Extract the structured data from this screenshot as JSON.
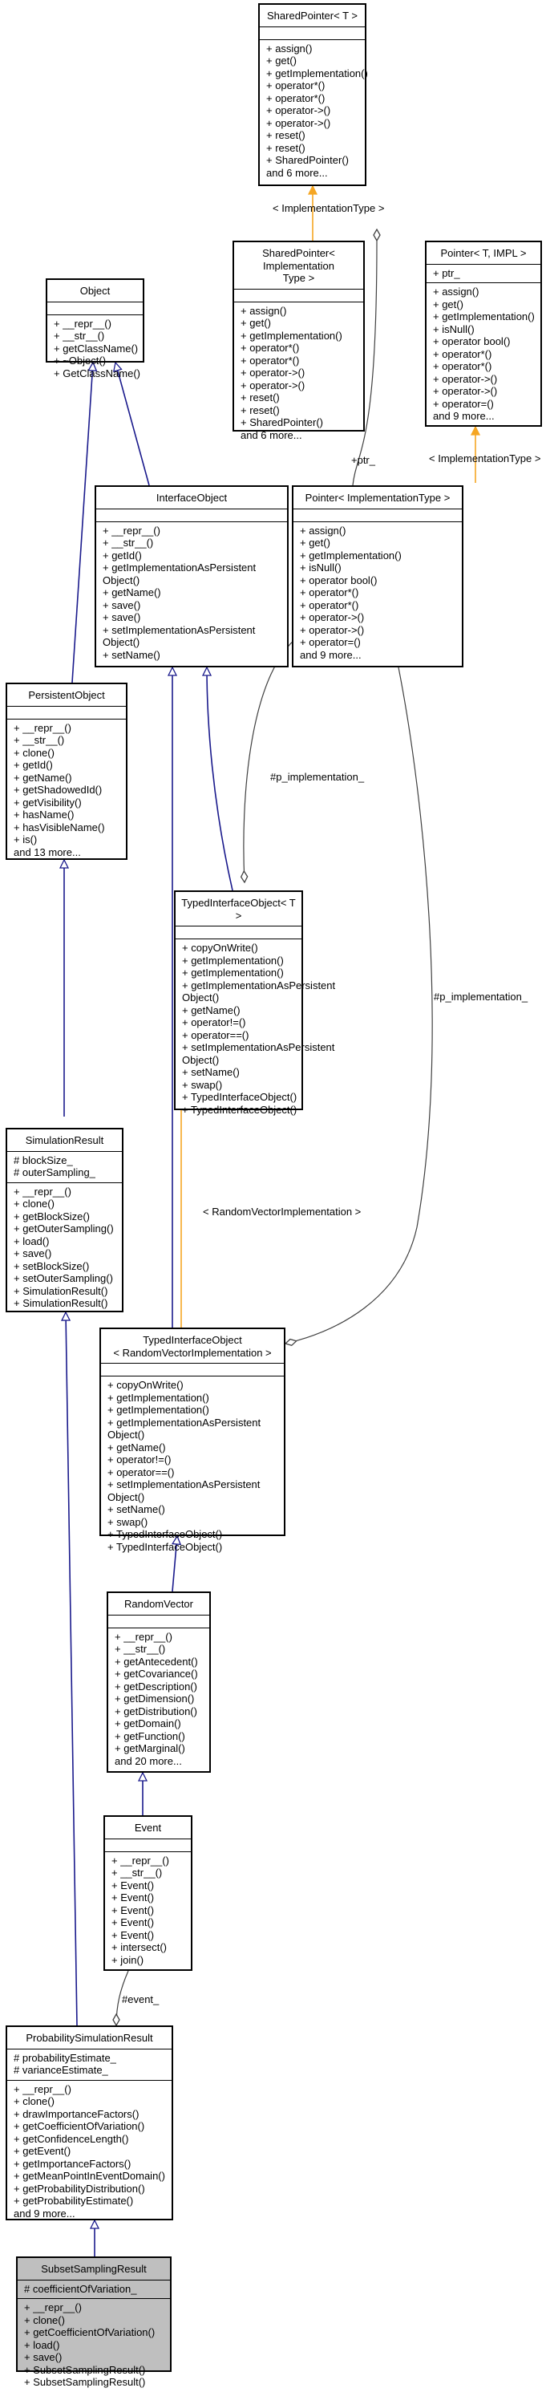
{
  "nodes": {
    "sp_t": {
      "title": [
        "SharedPointer< T >"
      ],
      "attrs": [],
      "methods": [
        "+ assign()",
        "+ get()",
        "+ getImplementation()",
        "+ operator*()",
        "+ operator*()",
        "+ operator->()",
        "+ operator->()",
        "+ reset()",
        "+ reset()",
        "+ SharedPointer()",
        "and 6 more..."
      ]
    },
    "sp_impl": {
      "title": [
        "SharedPointer< Implementation",
        "Type >"
      ],
      "attrs": [],
      "methods": [
        "+ assign()",
        "+ get()",
        "+ getImplementation()",
        "+ operator*()",
        "+ operator*()",
        "+ operator->()",
        "+ operator->()",
        "+ reset()",
        "+ reset()",
        "+ SharedPointer()",
        "and 6 more..."
      ]
    },
    "ptr_t_impl": {
      "title": [
        "Pointer< T, IMPL >"
      ],
      "attrs": [
        "+ ptr_"
      ],
      "methods": [
        "+ assign()",
        "+ get()",
        "+ getImplementation()",
        "+ isNull()",
        "+ operator bool()",
        "+ operator*()",
        "+ operator*()",
        "+ operator->()",
        "+ operator->()",
        "+ operator=()",
        "and 9 more..."
      ]
    },
    "object": {
      "title": [
        "Object"
      ],
      "attrs": [],
      "methods": [
        "+ __repr__()",
        "+ __str__()",
        "+ getClassName()",
        "+ ~Object()",
        "+ GetClassName()"
      ]
    },
    "interface_object": {
      "title": [
        "InterfaceObject"
      ],
      "attrs": [],
      "methods": [
        "+ __repr__()",
        "+ __str__()",
        "+ getId()",
        "+ getImplementationAsPersistent",
        "Object()",
        "+ getName()",
        "+ save()",
        "+ save()",
        "+ setImplementationAsPersistent",
        "Object()",
        "+ setName()"
      ]
    },
    "ptr_impl": {
      "title": [
        "Pointer< ImplementationType >"
      ],
      "attrs": [],
      "methods": [
        "+ assign()",
        "+ get()",
        "+ getImplementation()",
        "+ isNull()",
        "+ operator bool()",
        "+ operator*()",
        "+ operator*()",
        "+ operator->()",
        "+ operator->()",
        "+ operator=()",
        "and 9 more..."
      ]
    },
    "persistent_object": {
      "title": [
        "PersistentObject"
      ],
      "attrs": [],
      "methods": [
        "+ __repr__()",
        "+ __str__()",
        "+ clone()",
        "+ getId()",
        "+ getName()",
        "+ getShadowedId()",
        "+ getVisibility()",
        "+ hasName()",
        "+ hasVisibleName()",
        "+ is()",
        "and 13 more..."
      ]
    },
    "typed_io_t": {
      "title": [
        "TypedInterfaceObject< T >"
      ],
      "attrs": [],
      "methods": [
        "+ copyOnWrite()",
        "+ getImplementation()",
        "+ getImplementation()",
        "+ getImplementationAsPersistent",
        "Object()",
        "+ getName()",
        "+ operator!=()",
        "+ operator==()",
        "+ setImplementationAsPersistent",
        "Object()",
        "+ setName()",
        "+ swap()",
        "+ TypedInterfaceObject()",
        "+ TypedInterfaceObject()"
      ]
    },
    "simulation_result": {
      "title": [
        "SimulationResult"
      ],
      "attrs": [
        "# blockSize_",
        "# outerSampling_"
      ],
      "methods": [
        "+ __repr__()",
        "+ clone()",
        "+ getBlockSize()",
        "+ getOuterSampling()",
        "+ load()",
        "+ save()",
        "+ setBlockSize()",
        "+ setOuterSampling()",
        "+ SimulationResult()",
        "+ SimulationResult()"
      ]
    },
    "typed_io_rvi": {
      "title": [
        "TypedInterfaceObject",
        "< RandomVectorImplementation >"
      ],
      "attrs": [],
      "methods": [
        "+ copyOnWrite()",
        "+ getImplementation()",
        "+ getImplementation()",
        "+ getImplementationAsPersistent",
        "Object()",
        "+ getName()",
        "+ operator!=()",
        "+ operator==()",
        "+ setImplementationAsPersistent",
        "Object()",
        "+ setName()",
        "+ swap()",
        "+ TypedInterfaceObject()",
        "+ TypedInterfaceObject()"
      ]
    },
    "random_vector": {
      "title": [
        "RandomVector"
      ],
      "attrs": [],
      "methods": [
        "+ __repr__()",
        "+ __str__()",
        "+ getAntecedent()",
        "+ getCovariance()",
        "+ getDescription()",
        "+ getDimension()",
        "+ getDistribution()",
        "+ getDomain()",
        "+ getFunction()",
        "+ getMarginal()",
        "and 20 more..."
      ]
    },
    "event": {
      "title": [
        "Event"
      ],
      "attrs": [],
      "methods": [
        "+ __repr__()",
        "+ __str__()",
        "+ Event()",
        "+ Event()",
        "+ Event()",
        "+ Event()",
        "+ Event()",
        "+ intersect()",
        "+ join()"
      ]
    },
    "prob_sim_result": {
      "title": [
        "ProbabilitySimulationResult"
      ],
      "attrs": [
        "# probabilityEstimate_",
        "# varianceEstimate_"
      ],
      "methods": [
        "+ __repr__()",
        "+ clone()",
        "+ drawImportanceFactors()",
        "+ getCoefficientOfVariation()",
        "+ getConfidenceLength()",
        "+ getEvent()",
        "+ getImportanceFactors()",
        "+ getMeanPointInEventDomain()",
        "+ getProbabilityDistribution()",
        "+ getProbabilityEstimate()",
        "and 9 more..."
      ]
    },
    "subset_sampling_result": {
      "title": [
        "SubsetSamplingResult"
      ],
      "attrs": [
        "# coefficientOfVariation_"
      ],
      "methods": [
        "+ __repr__()",
        "+ clone()",
        "+ getCoefficientOfVariation()",
        "+ load()",
        "+ save()",
        "+ SubsetSamplingResult()",
        "+ SubsetSamplingResult()"
      ]
    }
  },
  "edge_labels": {
    "impl_type_1": "< ImplementationType >",
    "ptr_member": "+ptr_",
    "impl_type_2": "< ImplementationType >",
    "p_impl_1": "#p_implementation_",
    "p_impl_2": "#p_implementation_",
    "rvi": "< RandomVectorImplementation >",
    "event_member": "#event_"
  },
  "colors": {
    "inheritance": "#1a1a8c",
    "template": "#f5a623",
    "composition": "#404040",
    "highlight": "#bfbfbf"
  }
}
